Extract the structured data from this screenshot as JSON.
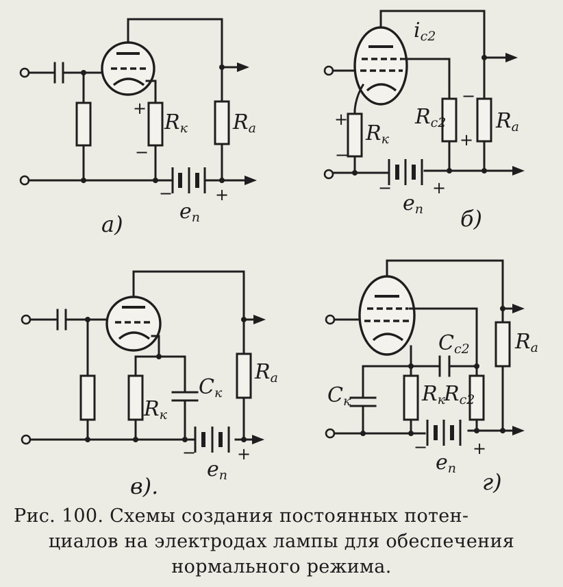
{
  "labels": {
    "R": "R",
    "C": "C",
    "sub_k": "к",
    "sub_a": "a",
    "sub_c2": "c2",
    "e": "e",
    "sub_p": "п",
    "i": "i",
    "plus": "+",
    "minus": "−"
  },
  "subfigures": {
    "a": "а)",
    "b": "б)",
    "v": "в).",
    "g": "г)"
  },
  "caption": {
    "line1": "Рис. 100. Схемы создания постоянных потен-",
    "line2": "циалов на электродах лампы для обеспечения",
    "line3": "нормального режима."
  }
}
